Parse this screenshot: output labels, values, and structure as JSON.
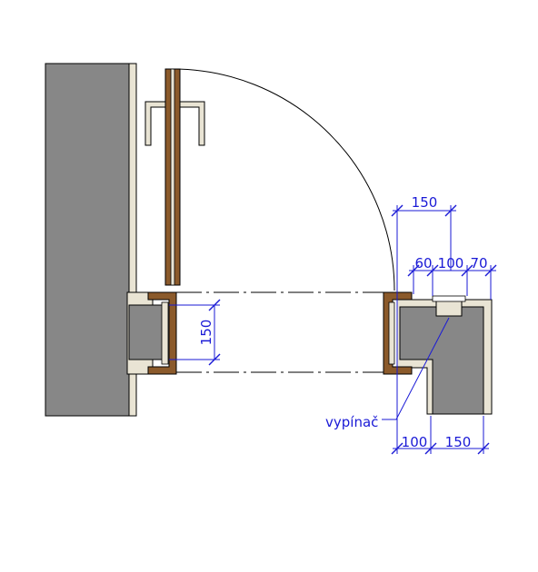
{
  "drawing": {
    "dimensions": {
      "top_width": "150",
      "seg_a": "60",
      "seg_b": "100",
      "seg_c": "70",
      "opening_depth": "150",
      "bottom_a": "100",
      "bottom_b": "150"
    },
    "switch_label": "vypínač",
    "colors": {
      "concrete": "#878787",
      "plaster": "#e9e4d4",
      "wood": "#8b5a2b",
      "dimension": "#1a1ad6",
      "line": "#000000"
    }
  }
}
